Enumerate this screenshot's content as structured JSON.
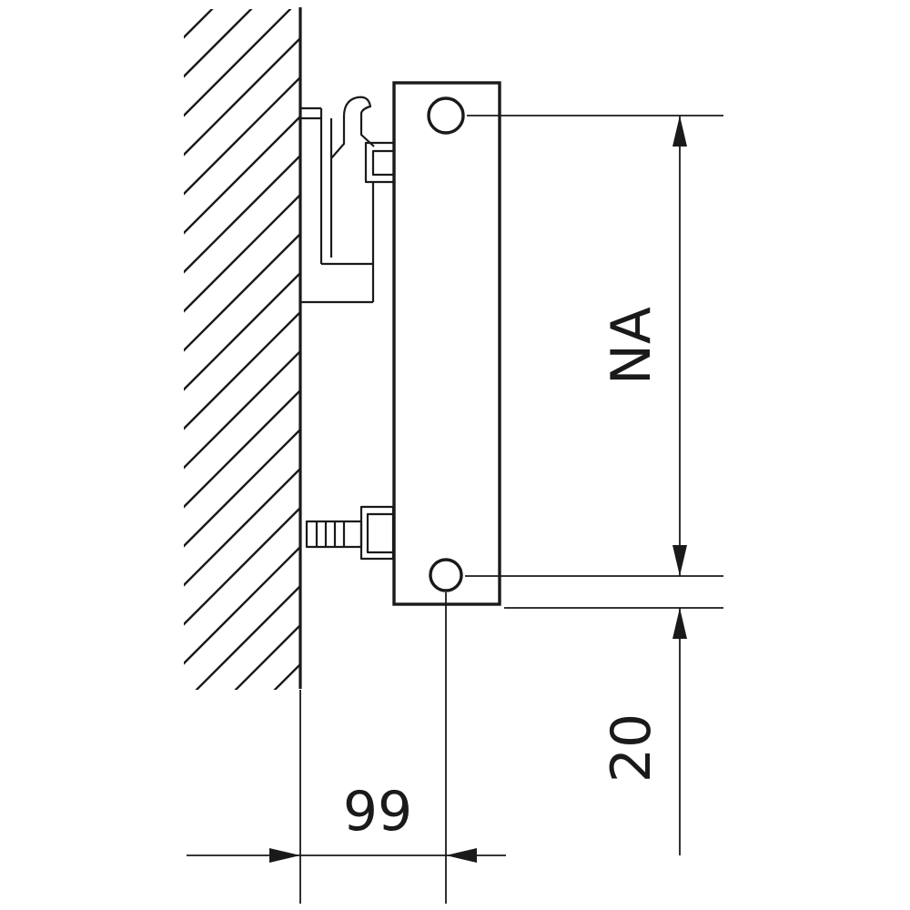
{
  "drawing": {
    "labels": {
      "na": "NA",
      "bottom_offset": "20",
      "wall_distance": "99"
    },
    "colors": {
      "line": "#1a1a1a",
      "background": "#ffffff"
    }
  }
}
